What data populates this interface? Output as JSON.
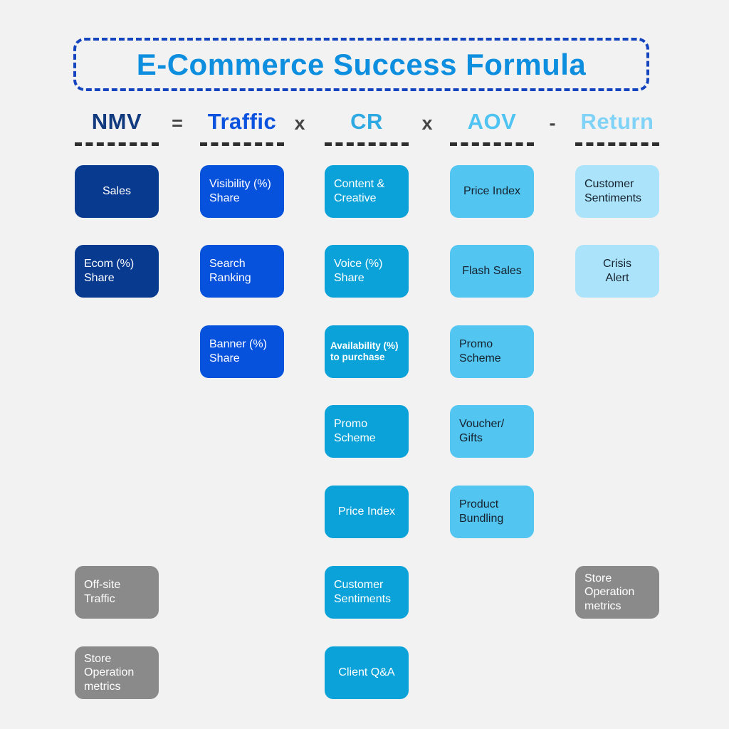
{
  "title": "E-Commerce Success Formula",
  "formula": {
    "operators": [
      "=",
      "x",
      "x",
      "-"
    ]
  },
  "columns": [
    {
      "id": "nmv",
      "header": "NMV",
      "header_color": "#123A7F",
      "box_color": "#083A90",
      "text_color": "#FFFFFF",
      "boxes": [
        {
          "label": "Sales",
          "row": 1,
          "align": "center"
        },
        {
          "label": "Ecom (%)\nShare",
          "row": 2,
          "align": "left"
        },
        {
          "label": "Off-site\nTraffic",
          "row": 6,
          "align": "left",
          "gray": true
        },
        {
          "label": "Store\nOperation\nmetrics",
          "row": 7,
          "align": "left",
          "gray": true
        }
      ]
    },
    {
      "id": "traffic",
      "header": "Traffic",
      "header_color": "#0B52DF",
      "box_color": "#0652DC",
      "text_color": "#FFFFFF",
      "boxes": [
        {
          "label": "Visibility (%)\nShare",
          "row": 1,
          "align": "left"
        },
        {
          "label": "Search\nRanking",
          "row": 2,
          "align": "left"
        },
        {
          "label": "Banner (%)\nShare",
          "row": 3,
          "align": "left"
        }
      ]
    },
    {
      "id": "cr",
      "header": "CR",
      "header_color": "#2FA9E1",
      "box_color": "#0AA2D8",
      "text_color": "#FFFFFF",
      "boxes": [
        {
          "label": "Content &\nCreative",
          "row": 1,
          "align": "left"
        },
        {
          "label": "Voice (%)\nShare",
          "row": 2,
          "align": "left"
        },
        {
          "label": "Availability (%)\nto purchase",
          "row": 3,
          "align": "left",
          "small": true
        },
        {
          "label": "Promo\nScheme",
          "row": 4,
          "align": "left"
        },
        {
          "label": "Price Index",
          "row": 5,
          "align": "center"
        },
        {
          "label": "Customer\nSentiments",
          "row": 6,
          "align": "left"
        },
        {
          "label": "Client Q&A",
          "row": 7,
          "align": "center"
        }
      ]
    },
    {
      "id": "aov",
      "header": "AOV",
      "header_color": "#4FC3F1",
      "box_color": "#52C5F0",
      "text_color": "#16212E",
      "boxes": [
        {
          "label": "Price Index",
          "row": 1,
          "align": "center"
        },
        {
          "label": "Flash Sales",
          "row": 2,
          "align": "center"
        },
        {
          "label": "Promo\nScheme",
          "row": 3,
          "align": "left"
        },
        {
          "label": "Voucher/\nGifts",
          "row": 4,
          "align": "left"
        },
        {
          "label": "Product\nBundling",
          "row": 5,
          "align": "left"
        }
      ]
    },
    {
      "id": "return",
      "header": "Return",
      "header_color": "#80D3F7",
      "box_color": "#ABE4FA",
      "text_color": "#16212E",
      "boxes": [
        {
          "label": "Customer\nSentiments",
          "row": 1,
          "align": "left"
        },
        {
          "label": "Crisis\nAlert",
          "row": 2,
          "align": "center"
        },
        {
          "label": "Store\nOperation\nmetrics",
          "row": 6,
          "align": "left",
          "gray": true
        }
      ]
    }
  ],
  "colors": {
    "background": "#F2F2F3",
    "title_text": "#0D8EDF",
    "title_border": "#1444BE",
    "operator": "#454545",
    "underline": "#2E2E2E",
    "gray_box": "#8A8A8A",
    "gray_box_text": "#FFFFFF"
  }
}
